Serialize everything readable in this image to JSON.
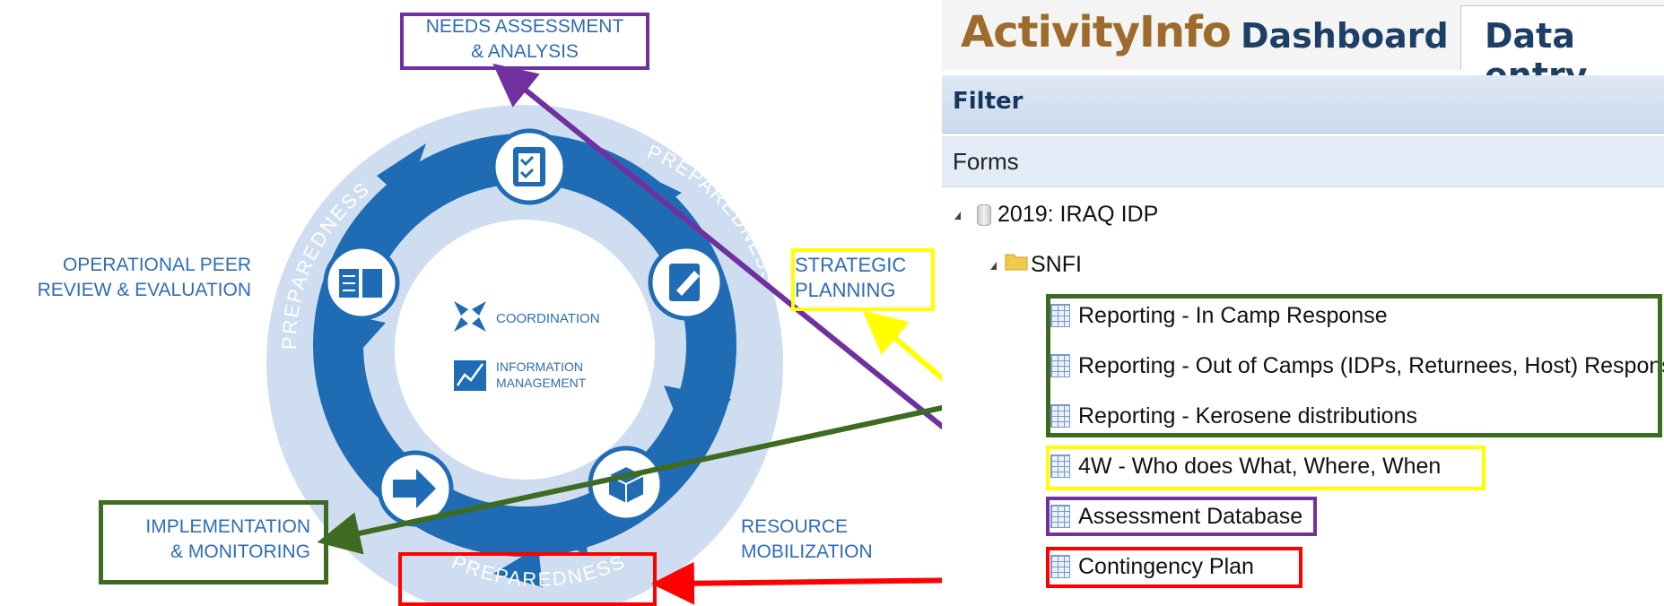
{
  "cycle": {
    "center_items": [
      {
        "icon": "coordination-icon",
        "label": "COORDINATION"
      },
      {
        "icon": "information-management-icon",
        "label_line1": "INFORMATION",
        "label_line2": "MANAGEMENT"
      }
    ],
    "ring_word": "PREPAREDNESS",
    "stage_icons": [
      "clipboard-checklist-icon",
      "document-edit-icon",
      "box-icon",
      "arrow-right-icon",
      "book-icon"
    ],
    "colors": {
      "outer_ring": "#cfddf0",
      "inner_circle": "#dfe8f5",
      "arrow": "#1f6cb5",
      "text": "#2e6db5"
    }
  },
  "labels": {
    "needs_line1": "NEEDS ASSESSMENT",
    "needs_line2": "& ANALYSIS",
    "strategic_line1": "STRATEGIC",
    "strategic_line2": "PLANNING",
    "peer_line1": "OPERATIONAL PEER",
    "peer_line2": "REVIEW & EVALUATION",
    "implementation_line1": "IMPLEMENTATION",
    "implementation_line2": "& MONITORING",
    "resource_line1": "RESOURCE",
    "resource_line2": "MOBILIZATION"
  },
  "app": {
    "logo": "ActivityInfo",
    "nav_dashboard": "Dashboard",
    "nav_data_entry": "Data entry",
    "filter": "Filter",
    "forms": "Forms",
    "database": "2019: IRAQ IDP",
    "folder": "SNFI",
    "form_items": [
      "Reporting - In Camp Response",
      "Reporting - Out of Camps (IDPs, Returnees, Host) Response",
      "Reporting - Kerosene distributions",
      "4W - Who does What, Where, When",
      "Assessment Database",
      "Contingency Plan"
    ]
  },
  "connector_colors": {
    "purple": "#7030a0",
    "yellow": "#ffff00",
    "green": "#3d6b22",
    "red": "#ff0000"
  }
}
